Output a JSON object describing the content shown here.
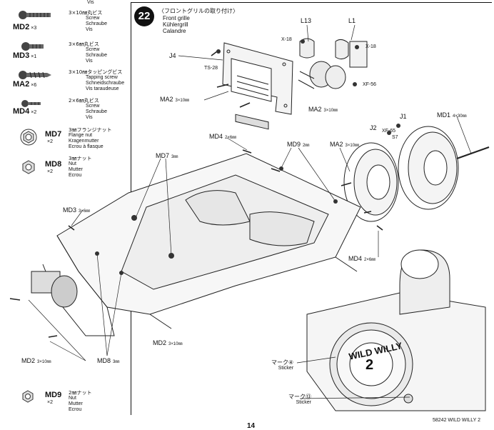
{
  "top_note": "Vis",
  "parts": [
    {
      "code": "MD2",
      "qty": "×3",
      "jp": "3×10㎜丸ビス",
      "en": "Screw",
      "de": "Schraube",
      "fr": "Vis"
    },
    {
      "code": "MD3",
      "qty": "×1",
      "jp": "3×6㎜丸ビス",
      "en": "Screw",
      "de": "Schraube",
      "fr": "Vis"
    },
    {
      "code": "MA2",
      "qty": "×6",
      "jp": "3×10㎜タッピングビス",
      "en": "Tapping screw",
      "de": "Schneidschraube",
      "fr": "Vis taraudeuse"
    },
    {
      "code": "MD4",
      "qty": "×2",
      "jp": "2×6㎜丸ビス",
      "en": "Screw",
      "de": "Schraube",
      "fr": "Vis"
    },
    {
      "code": "MD7",
      "qty": "×2",
      "jp": "3㎜フランジナット",
      "en": "Flange nut",
      "de": "Kragenmutter",
      "fr": "Ecrou à flasque"
    },
    {
      "code": "MD8",
      "qty": "×2",
      "jp": "3㎜ナット",
      "en": "Nut",
      "de": "Mutter",
      "fr": "Ecrou"
    },
    {
      "code": "MD9",
      "qty": "×2",
      "jp": "2㎜ナット",
      "en": "Nut",
      "de": "Mutter",
      "fr": "Ecrou"
    }
  ],
  "step": {
    "number": "22",
    "title_jp": "〈フロントグリルの取り付け〉",
    "title_en": "Front grille",
    "title_de": "Kühlergrill",
    "title_fr": "Calandre"
  },
  "labels": {
    "l13": "L13",
    "l1": "L1",
    "x18a": "X-18",
    "x18b": "X-18",
    "j4": "J4",
    "ts28": "TS-28",
    "xf56": "XF-56",
    "ma2a": "MA2",
    "ma2a_sz": "3×10㎜",
    "ma2b": "MA2",
    "ma2b_sz": "3×10㎜",
    "md1": "MD1",
    "md1_sz": "4×30㎜",
    "j1": "J1",
    "j2": "J2",
    "xf65": "XF-65",
    "s7": "S7",
    "md4a": "MD4",
    "md4a_sz": "2×6㎜",
    "md9": "MD9",
    "md9_sz": "2㎜",
    "ma2c": "MA2",
    "ma2c_sz": "3×10㎜",
    "md7": "MD7",
    "md7_sz": "3㎜",
    "md3": "MD3",
    "md3_sz": "3×6㎜",
    "md4b": "MD4",
    "md4b_sz": "2×6㎜",
    "md2a": "MD2",
    "md2a_sz": "3×10㎜",
    "md2b": "MD2",
    "md2b_sz": "3×10㎜",
    "md8": "MD8",
    "md8_sz": "3㎜"
  },
  "stickers": [
    {
      "jp": "マーク④",
      "en": "Sticker"
    },
    {
      "jp": "マーク⑬",
      "en": "Sticker"
    }
  ],
  "spare_tire_text": "WILD WILLY",
  "spare_tire_number": "2",
  "page_number": "14",
  "footer": "58242 WILD WILLY 2"
}
